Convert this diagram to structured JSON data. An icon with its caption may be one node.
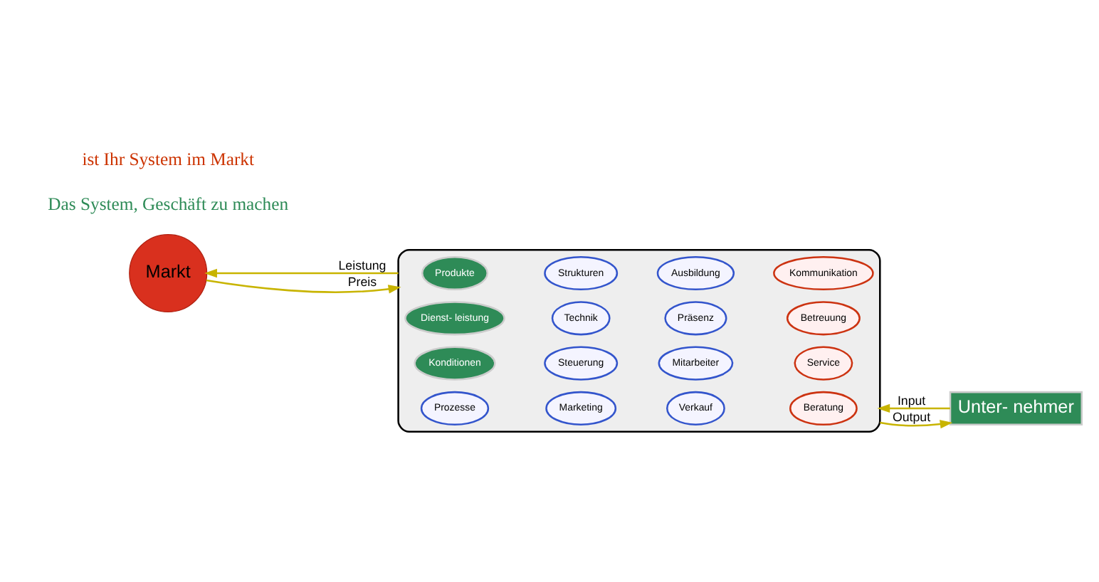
{
  "diagram": {
    "nodes": [
      {
        "text": [],
        "shape": "ellipse"
      },
      {
        "text": [
          "Produkte"
        ],
        "in": 0
      },
      {
        "text": [
          "Dienst- leistung"
        ],
        "in": 0
      },
      {
        "text": [
          "Konditionen"
        ],
        "in": 0
      },
      {
        "text": [
          "Prozesse"
        ],
        "in": 0
      },
      {
        "text": [
          "Strukturen"
        ],
        "in": 0
      },
      {
        "text": [
          "Technik"
        ],
        "in": 0
      },
      {
        "text": [
          "Steuerung"
        ],
        "in": 0
      },
      {
        "text": [
          "Marketing"
        ],
        "in": 0
      },
      {
        "text": [
          "Ausbildung"
        ],
        "in": 0
      },
      {
        "text": [
          "Präsenz"
        ],
        "in": 0
      },
      {
        "text": [
          "Mitarbeiter"
        ],
        "in": 0
      },
      {
        "text": [
          "Verkauf"
        ],
        "in": 0
      },
      {
        "text": [
          "Kommunikation"
        ],
        "in": 0
      },
      {
        "text": [
          "Betreuung"
        ],
        "in": 0
      },
      {
        "text": [
          "Service"
        ],
        "in": 0
      },
      {
        "text": [
          "Beratung"
        ],
        "in": 0
      },
      {
        "text": [
          "Unter- nehmer"
        ]
      },
      {
        "text": [
          "Markt"
        ]
      }
    ],
    "edges": [
      {
        "from": 17,
        "to": 0,
        "arrow": "to",
        "label": "Input"
      },
      {
        "from": 0,
        "to": 17,
        "arrow": "to",
        "label": "Output"
      },
      {
        "from": 0,
        "to": 18,
        "arrow": "to",
        "label": "Leistung"
      },
      {
        "from": 18,
        "to": 0,
        "arrow": "to",
        "label": "Preis"
      }
    ],
    "labels": [
      "Das System, Geschäft zu machen",
      "ist Ihr System im Markt"
    ]
  }
}
